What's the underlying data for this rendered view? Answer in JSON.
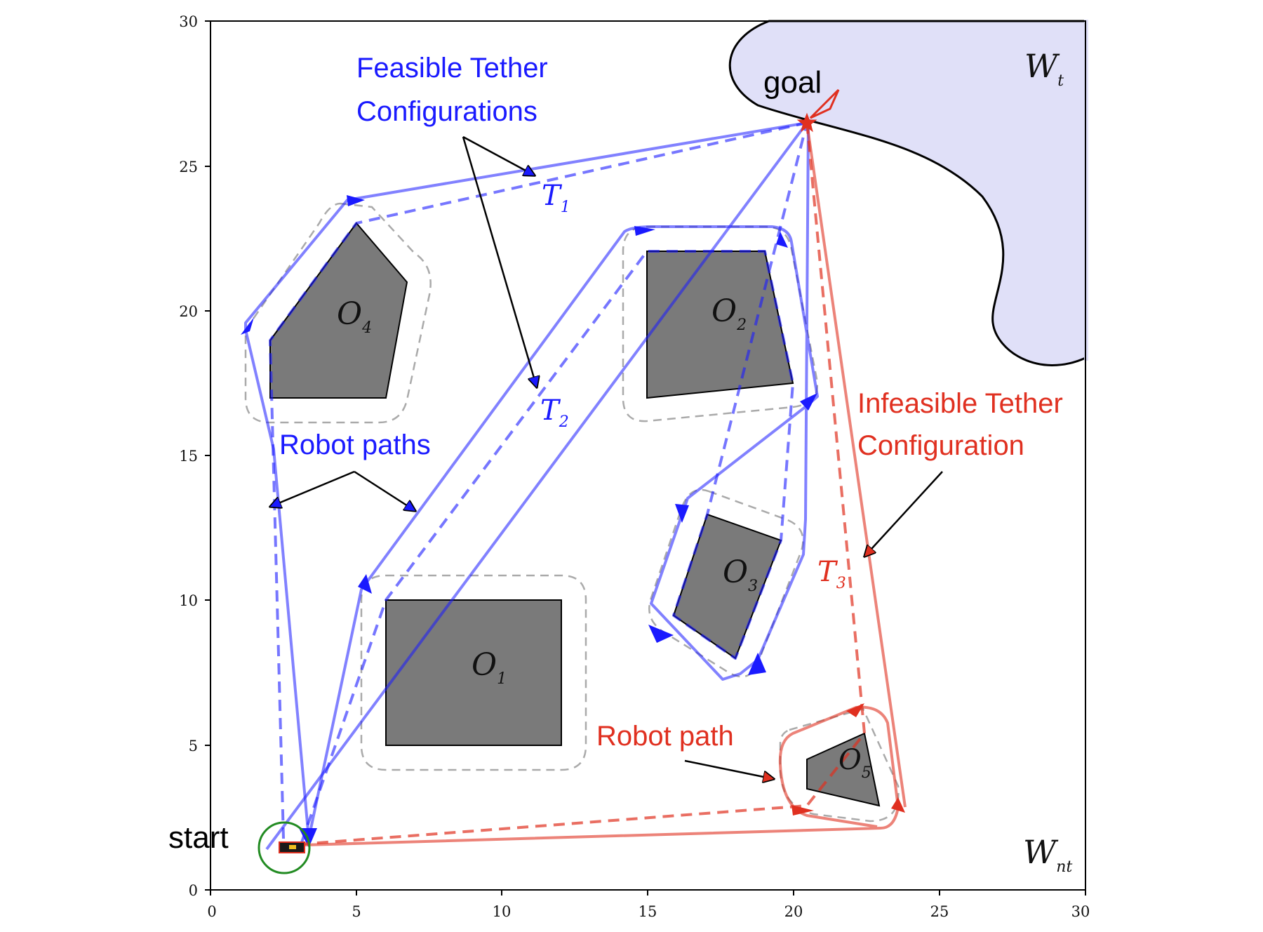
{
  "axes": {
    "x_ticks": [
      "0",
      "5",
      "10",
      "15",
      "20",
      "25",
      "30"
    ],
    "y_ticks": [
      "0",
      "5",
      "10",
      "15",
      "20",
      "25",
      "30"
    ]
  },
  "labels": {
    "start": "start",
    "goal": "goal",
    "feasible_line1": "Feasible Tether",
    "feasible_line2": "Configurations",
    "robot_paths": "Robot paths",
    "infeasible_line1": "Infeasible Tether",
    "infeasible_line2": "Configuration",
    "robot_path": "Robot path"
  },
  "obstacles": [
    {
      "name": "O",
      "sub": "1"
    },
    {
      "name": "O",
      "sub": "2"
    },
    {
      "name": "O",
      "sub": "3"
    },
    {
      "name": "O",
      "sub": "4"
    },
    {
      "name": "O",
      "sub": "5"
    }
  ],
  "tethers": [
    {
      "name": "T",
      "sub": "1"
    },
    {
      "name": "T",
      "sub": "2"
    },
    {
      "name": "T",
      "sub": "3"
    }
  ],
  "regions": {
    "tethered": {
      "name": "W",
      "sub": "t"
    },
    "non_tethered": {
      "name": "W",
      "sub": "nt"
    }
  },
  "colors": {
    "feasible": "#1a1aff",
    "infeasible": "#e03020",
    "obstacle": "#7a7a7a",
    "tethered_region": "#e0e0f8",
    "start_circle": "#228b22"
  }
}
